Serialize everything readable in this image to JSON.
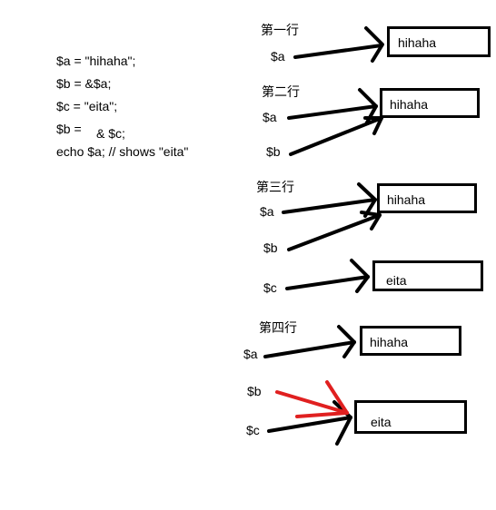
{
  "code": {
    "line1": "$a = \"hihaha\";",
    "line2": "$b = &$a;",
    "line3": "$c = \"eita\";",
    "line4a": "$b = ",
    "line4b": "& $c;",
    "line5": "echo $a; // shows \"eita\""
  },
  "steps": [
    {
      "title": "第一行",
      "vars": [
        "$a"
      ],
      "boxes": [
        "hihaha"
      ]
    },
    {
      "title": "第二行",
      "vars": [
        "$a",
        "$b"
      ],
      "boxes": [
        "hihaha"
      ]
    },
    {
      "title": "第三行",
      "vars": [
        "$a",
        "$b",
        "$c"
      ],
      "boxes": [
        "hihaha",
        "eita"
      ]
    },
    {
      "title": "第四行",
      "vars": [
        "$a",
        "$b",
        "$c"
      ],
      "boxes": [
        "hihaha",
        "eita"
      ]
    }
  ],
  "colors": {
    "ink": "#000000",
    "changed_reference": "#e02020"
  }
}
